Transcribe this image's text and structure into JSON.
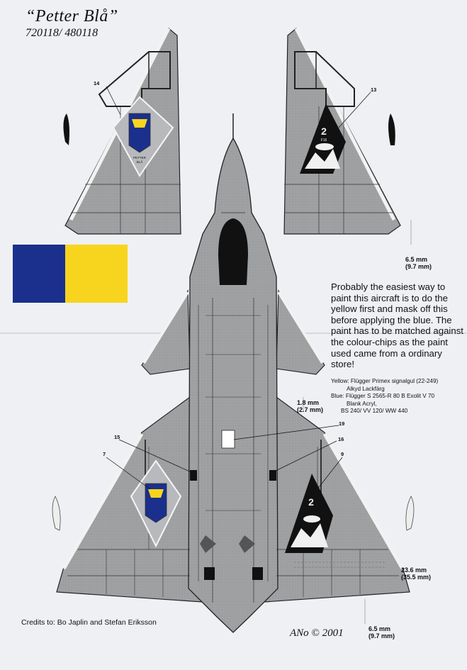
{
  "header": {
    "title": "“Petter Blå”",
    "serials": "720118/ 480118"
  },
  "colours": {
    "blue_chip": "#1b2f8c",
    "yellow_chip": "#f7d51e",
    "aircraft_grey": "#9fa0a2",
    "panel_line": "#3a3a3a"
  },
  "notes": {
    "paint_text": "Probably the easiest way to paint this aircraft is to do the yellow first and mask off this before applying the blue. The paint has to be matched against the colour-chips as the paint used came from a ordinary store!",
    "yellow_line1": "Yellow: Flügger Primex signalgul (22-249)",
    "yellow_line2": "Alkyd Lackfärg",
    "blue_line1": "Blue: Flügger S 2565-R 80 B Exolit V 70",
    "blue_line2": "Blank Acryl,",
    "blue_line3": "BS 240/ VV 120/ WW 440"
  },
  "dimensions": {
    "top_right_mm": "6.5 mm",
    "top_right_alt": "(9.7 mm)",
    "mid_mm": "1.8 mm",
    "mid_alt": "(2.7 mm)",
    "wing_mm": "23.6 mm",
    "wing_alt": "(35.5 mm)",
    "bottom_mm": "6.5 mm",
    "bottom_alt": "(9.7 mm)"
  },
  "callouts": {
    "c14": "14",
    "c13": "13",
    "c15": "15",
    "c7": "7",
    "c19": "19",
    "c16": "16",
    "c9": "9"
  },
  "insignia": {
    "petter_line1": "PETTER",
    "petter_line2": "BLÅ",
    "wing_number": "2",
    "wing_unit": "F16"
  },
  "footer": {
    "credits": "Credits to: Bo Japlin and Stefan Eriksson",
    "copyright": "ANo © 2001"
  }
}
